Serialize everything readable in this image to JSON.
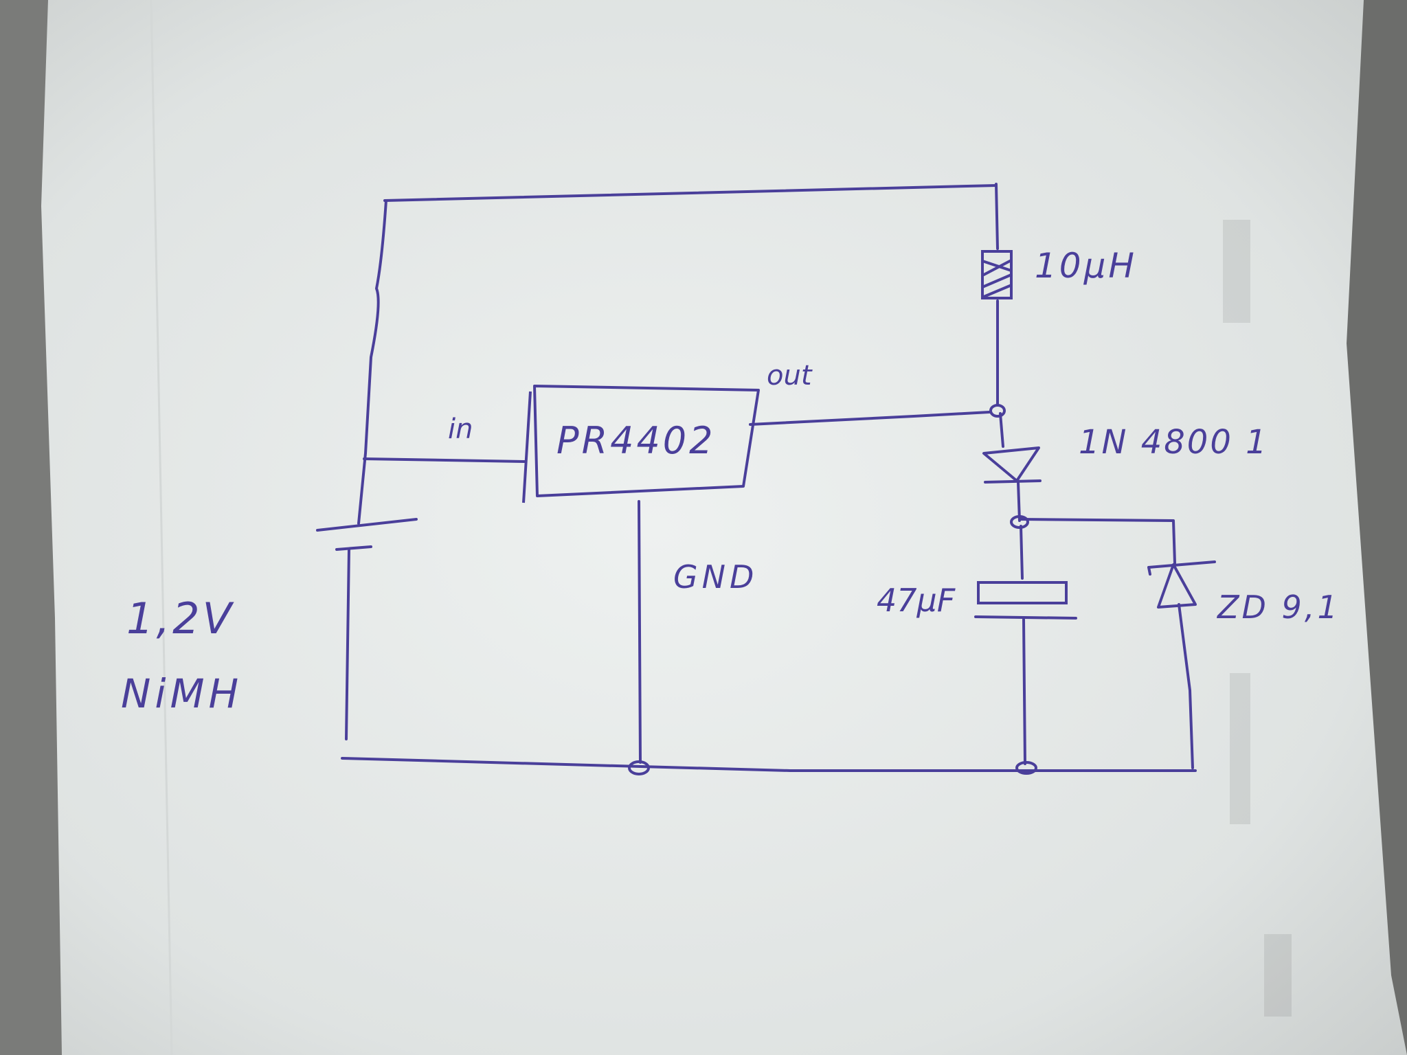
{
  "palette": {
    "ink": "#4a3f9a",
    "paper": "#e8ebea",
    "desk": "#7e7e7c"
  },
  "labels": {
    "chip": "PR4402",
    "pin_in": "in",
    "pin_out": "out",
    "pin_gnd": "GND",
    "inductor": "10µH",
    "diode": "1N 4800 1",
    "capacitor": "47µF",
    "zener": "ZD 9,1",
    "battery_voltage": "1,2V",
    "battery_type": "NiMH"
  }
}
